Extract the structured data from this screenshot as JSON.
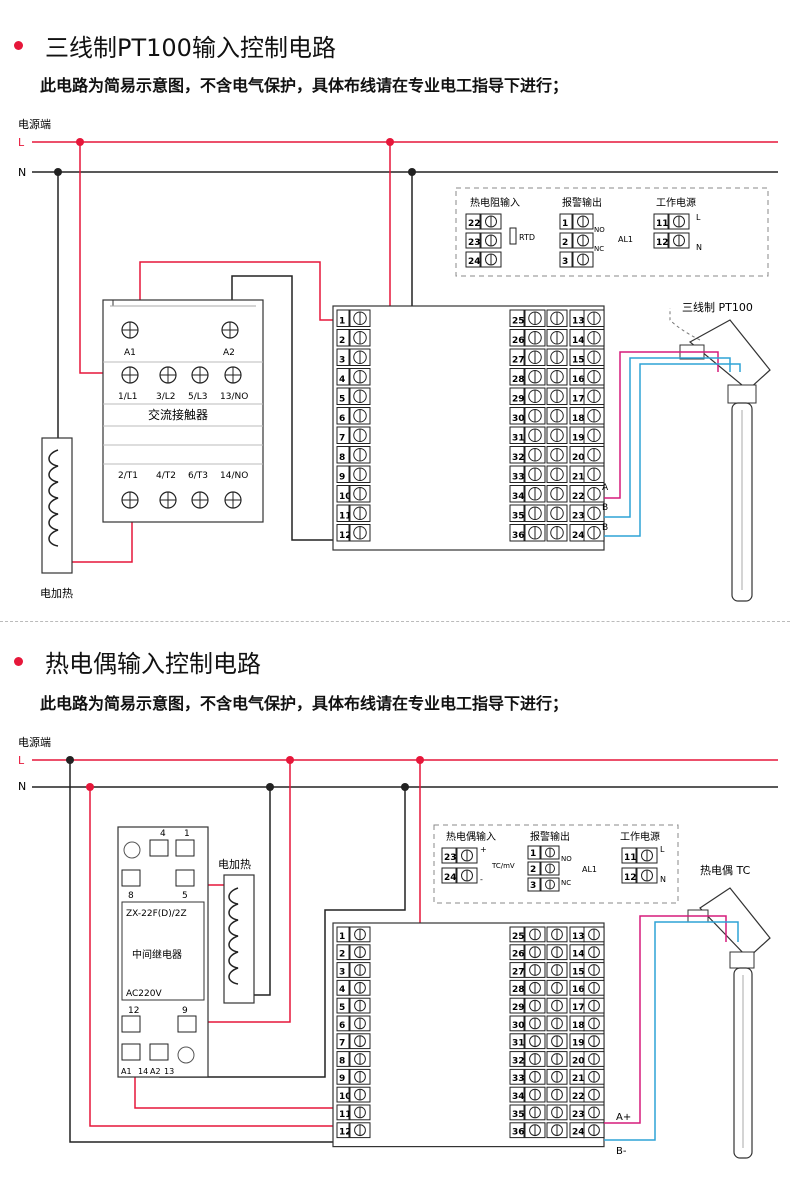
{
  "section1": {
    "title": "三线制PT100输入控制电路",
    "note": "此电路为简易示意图，不含电气保护，具体布线请在专业电工指导下进行；",
    "power_label": "电源端",
    "line_L": "L",
    "line_N": "N",
    "legend": {
      "rtd_title": "热电阻输入",
      "rtd_terms": [
        "22",
        "23",
        "24"
      ],
      "rtd_label": "RTD",
      "alarm_title": "报警输出",
      "alarm_terms": [
        "1",
        "2",
        "3"
      ],
      "alarm_no": "NO",
      "alarm_nc": "NC",
      "alarm_label": "AL1",
      "power_title": "工作电源",
      "power_terms": [
        "11",
        "12"
      ],
      "power_l": "L",
      "power_n": "N"
    },
    "contactor": {
      "a1": "A1",
      "a2": "A2",
      "top_terms": [
        "1/L1",
        "3/L2",
        "5/L3",
        "13/NO"
      ],
      "name": "交流接触器",
      "bottom_terms": [
        "2/T1",
        "4/T2",
        "6/T3",
        "14/NO"
      ]
    },
    "heater_label": "电加热",
    "sensor_label": "三线制 PT100",
    "wire_labels": [
      "A",
      "B",
      "B"
    ]
  },
  "section2": {
    "title": "热电偶输入控制电路",
    "note": "此电路为简易示意图，不含电气保护，具体布线请在专业电工指导下进行；",
    "power_label": "电源端",
    "line_L": "L",
    "line_N": "N",
    "legend": {
      "tc_title": "热电偶输入",
      "tc_terms": [
        "23",
        "24"
      ],
      "tc_plus": "+",
      "tc_minus": "-",
      "tc_label": "TC/mV",
      "alarm_title": "报警输出",
      "alarm_terms": [
        "1",
        "2",
        "3"
      ],
      "alarm_no": "NO",
      "alarm_nc": "NC",
      "alarm_label": "AL1",
      "power_title": "工作电源",
      "power_terms": [
        "11",
        "12"
      ],
      "power_l": "L",
      "power_n": "N"
    },
    "relay": {
      "top_terms": [
        "4",
        "1"
      ],
      "mid_terms": [
        "8",
        "5"
      ],
      "model": "ZX-22F(D)/2Z",
      "name": "中间继电器",
      "voltage": "AC220V",
      "lower_terms": [
        "12",
        "9"
      ],
      "bottom_terms": [
        "A1",
        "14",
        "A2",
        "13"
      ]
    },
    "heater_label": "电加热",
    "sensor_label": "热电偶 TC",
    "wire_labels": [
      "A+",
      "B-"
    ]
  },
  "controller": {
    "left_terms": [
      "1",
      "2",
      "3",
      "4",
      "5",
      "6",
      "7",
      "8",
      "9",
      "10",
      "11",
      "12"
    ],
    "right_left_terms": [
      "25",
      "26",
      "27",
      "28",
      "29",
      "30",
      "31",
      "32",
      "33",
      "34",
      "35",
      "36"
    ],
    "right_right_terms": [
      "13",
      "14",
      "15",
      "16",
      "17",
      "18",
      "19",
      "20",
      "21",
      "22",
      "23",
      "24"
    ]
  },
  "colors": {
    "live": "#e6173a",
    "neutral": "#222222",
    "sensor_a": "#d61b7b",
    "sensor_b": "#2ea3d6",
    "accent": "#e6173a"
  }
}
